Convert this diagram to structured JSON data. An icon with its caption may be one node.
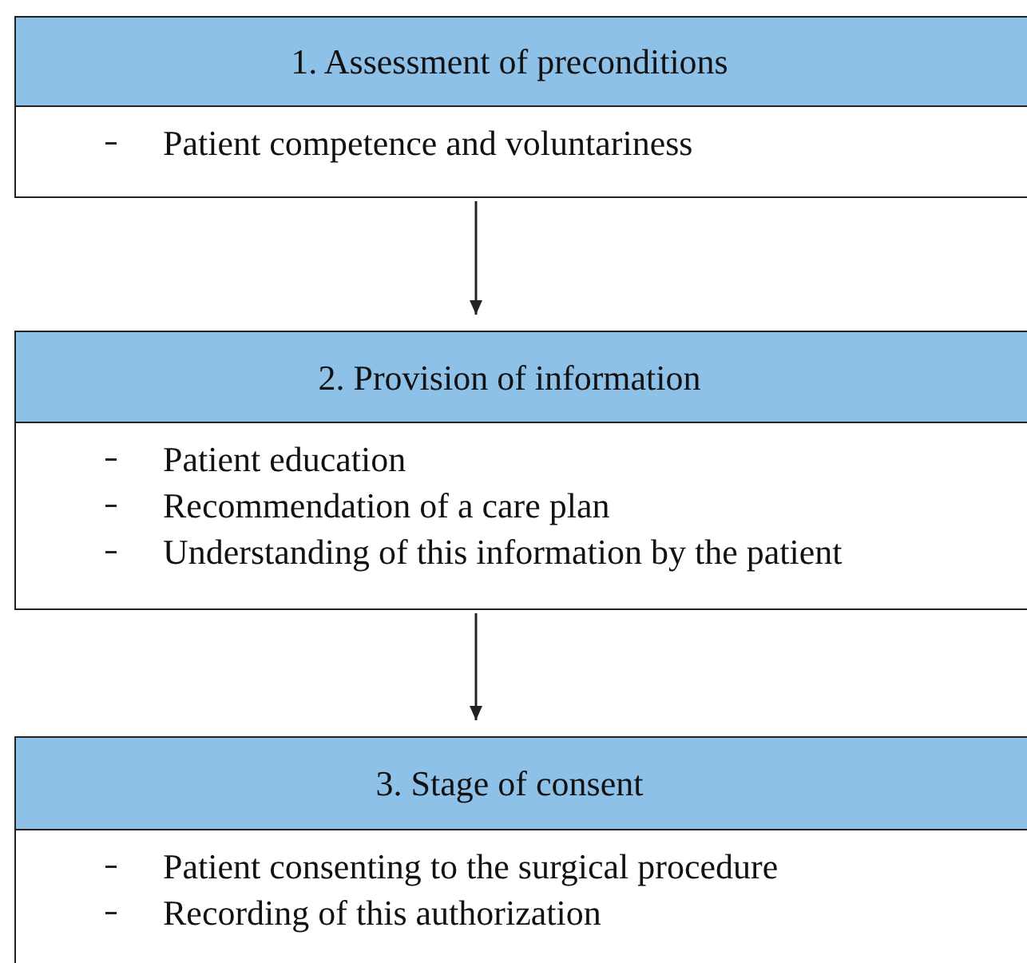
{
  "diagram": {
    "nodes": [
      {
        "text": [
          "1. Assessment of preconditions",
          "Patient competence and voluntariness"
        ]
      },
      {
        "text": [
          "2. Provision of information",
          "Patient education",
          "Recommendation of a care plan",
          "Understanding of this information by the patient"
        ]
      },
      {
        "text": [
          "3. Stage of consent",
          "Patient consenting to the surgical procedure",
          "Recording of this authorization"
        ]
      }
    ],
    "edges": [
      {
        "from": 0,
        "to": 1,
        "arrow": "to"
      },
      {
        "from": 1,
        "to": 2,
        "arrow": "to"
      }
    ]
  }
}
